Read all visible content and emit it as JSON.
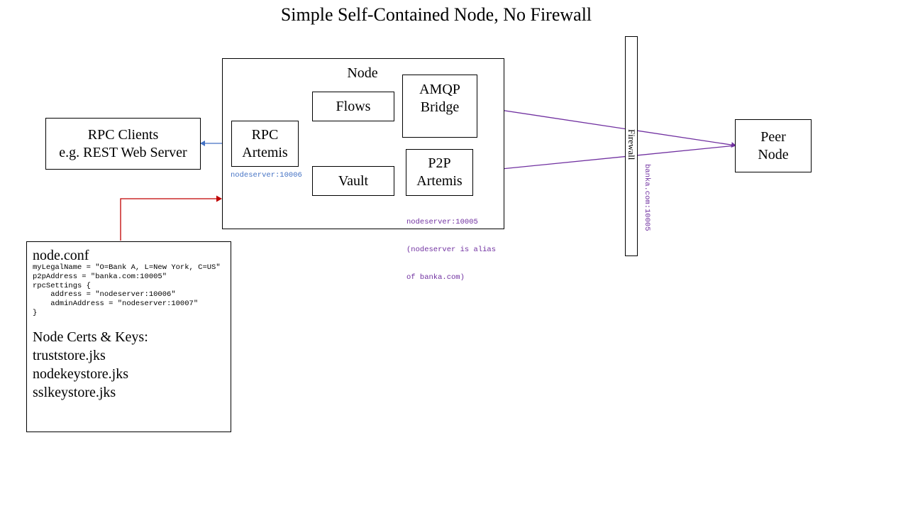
{
  "title": "Simple Self-Contained Node, No Firewall",
  "colors": {
    "blue": "#4472c4",
    "purple": "#7030a0",
    "red": "#c00000"
  },
  "node": {
    "label": "Node",
    "rpc_artemis": [
      "RPC",
      "Artemis"
    ],
    "flows": "Flows",
    "vault": "Vault",
    "amqp_bridge": [
      "AMQP",
      "Bridge"
    ],
    "p2p_artemis": [
      "P2P",
      "Artemis"
    ],
    "rpc_address": "nodeserver:10006",
    "p2p_address_lines": [
      "nodeserver:10005",
      "(nodeserver is alias",
      "of banka.com)"
    ]
  },
  "rpc_clients": [
    "RPC Clients",
    "e.g. REST Web Server"
  ],
  "firewall": {
    "label": "Firewall",
    "address": "banka.com:10005"
  },
  "peer_node": [
    "Peer",
    "Node"
  ],
  "config": {
    "filename": "node.conf",
    "lines": [
      "myLegalName = \"O=Bank A, L=New York, C=US\"",
      "p2pAddress = \"banka.com:10005\"",
      "rpcSettings {",
      "    address = \"nodeserver:10006\"",
      "    adminAddress = \"nodeserver:10007\"",
      "}"
    ],
    "certs_heading": "Node Certs & Keys:",
    "certs": [
      "truststore.jks",
      "nodekeystore.jks",
      "sslkeystore.jks"
    ]
  }
}
